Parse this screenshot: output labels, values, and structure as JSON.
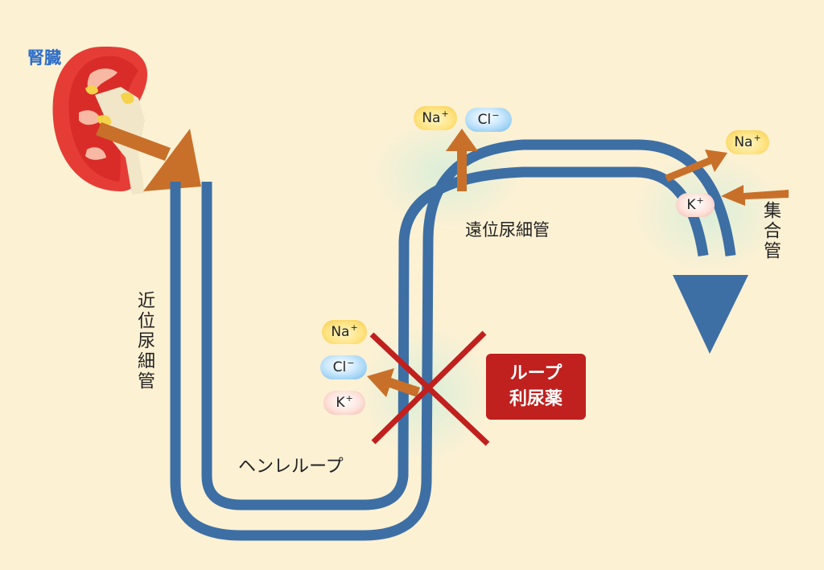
{
  "labels": {
    "kidney": "腎臓",
    "proximal_tubule": "近位尿細管",
    "loop_of_henle": "ヘンレループ",
    "distal_tubule": "遠位尿細管",
    "collecting_duct": "集合管",
    "drug_line1": "ループ",
    "drug_line2": "利尿薬"
  },
  "ions": {
    "distal_na": {
      "symbol": "Na",
      "charge": "+"
    },
    "distal_cl": {
      "symbol": "Cl",
      "charge": "−"
    },
    "collecting_na": {
      "symbol": "Na",
      "charge": "+"
    },
    "collecting_k": {
      "symbol": "K",
      "charge": "+"
    },
    "loop_na": {
      "symbol": "Na",
      "charge": "+"
    },
    "loop_cl": {
      "symbol": "Cl",
      "charge": "−"
    },
    "loop_k": {
      "symbol": "K",
      "charge": "+"
    }
  },
  "colors": {
    "background": "#fdf1d4",
    "tubule": "#3d6fa5",
    "arrow": "#c8702a",
    "block_cross": "#c0201e",
    "drug_box": "#c0201e",
    "kidney_label": "#2b6ec9",
    "glow": "#d9eed9"
  }
}
